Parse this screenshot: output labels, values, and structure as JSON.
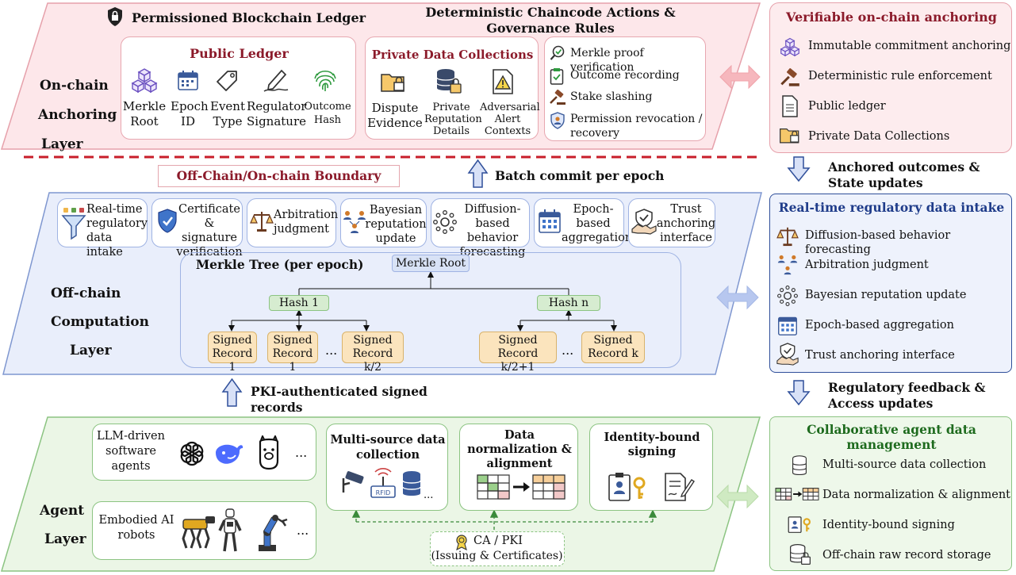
{
  "onchain": {
    "layer_label": [
      "On-chain",
      "Anchoring",
      "Layer"
    ],
    "title": "Permissioned Blockchain Ledger",
    "chaincode_title": "Deterministic Chaincode Actions & Governance Rules",
    "public_ledger": {
      "title": "Public Ledger",
      "items": [
        {
          "icon": "cubes-icon",
          "label": "Merkle Root"
        },
        {
          "icon": "calendar-icon",
          "label": "Epoch ID"
        },
        {
          "icon": "tag-icon",
          "label": "Event Type"
        },
        {
          "icon": "signature-icon",
          "label": "Regulator Signature"
        },
        {
          "icon": "fingerprint-icon",
          "label": "Outcome Hash"
        }
      ]
    },
    "private_collections": {
      "title": "Private Data Collections",
      "items": [
        {
          "icon": "locked-folder-icon",
          "label": "Dispute Evidence"
        },
        {
          "icon": "locked-database-icon",
          "label": "Private Reputation Details"
        },
        {
          "icon": "alert-document-icon",
          "label": "Adversarial Alert Contexts"
        }
      ]
    },
    "actions": [
      {
        "icon": "magnifier-check-icon",
        "label": "Merkle proof verification"
      },
      {
        "icon": "clipboard-check-icon",
        "label": "Outcome recording"
      },
      {
        "icon": "gavel-icon",
        "label": "Stake slashing"
      },
      {
        "icon": "shield-person-icon",
        "label": "Permission revocation / recovery"
      }
    ]
  },
  "boundary": {
    "label": "Off-Chain/On-chain Boundary",
    "batch_label": "Batch commit per epoch"
  },
  "offchain": {
    "layer_label": [
      "Off-chain",
      "Computation",
      "Layer"
    ],
    "modules": [
      {
        "icon": "funnel-icon",
        "label": "Real-time regulatory data intake"
      },
      {
        "icon": "shield-check-icon",
        "label": "Certificate & signature verification"
      },
      {
        "icon": "scales-icon",
        "label": "Arbitration judgment"
      },
      {
        "icon": "people-network-icon",
        "label": "Bayesian reputation update"
      },
      {
        "icon": "gear-network-icon",
        "label": "Diffusion-based behavior forecasting"
      },
      {
        "icon": "calendar-grid-icon",
        "label": "Epoch-based aggregation"
      },
      {
        "icon": "handshake-icon",
        "label": "Trust anchoring interface"
      }
    ],
    "merkle": {
      "title": "Merkle Tree (per epoch)",
      "root": "Merkle Root",
      "hash1": "Hash 1",
      "hashn": "Hash n",
      "records": [
        "Signed Record 1",
        "Signed Record 1",
        "Signed Record k/2",
        "Signed Record k/2+1",
        "Signed Record k"
      ],
      "ellipsis": "..."
    }
  },
  "pki_label": "PKI-authenticated signed records",
  "agent": {
    "layer_label": [
      "Agent",
      "Layer"
    ],
    "llm_label": "LLM-driven software agents",
    "robot_label": "Embodied AI robots",
    "ellipsis": "...",
    "modules": [
      {
        "title": "Multi-source data collection"
      },
      {
        "title": "Data normalization & alignment"
      },
      {
        "title": "Identity-bound signing"
      }
    ],
    "ca_label": "CA / PKI",
    "ca_sub": "(Issuing & Certificates)"
  },
  "right": {
    "anchoring": {
      "title": "Verifiable on-chain anchoring",
      "items": [
        {
          "icon": "cubes-icon",
          "label": "Immutable commitment anchoring"
        },
        {
          "icon": "gavel-icon",
          "label": "Deterministic rule enforcement"
        },
        {
          "icon": "document-icon",
          "label": "Public ledger"
        },
        {
          "icon": "locked-folder-icon",
          "label": "Private Data Collections"
        }
      ]
    },
    "arrow1_label": "Anchored outcomes & State updates",
    "intake": {
      "title": "Real-time regulatory data intake",
      "items": [
        {
          "icon": "scales-icon",
          "label": "Diffusion-based behavior forecasting"
        },
        {
          "icon": "people-network-icon",
          "label": "Arbitration judgment"
        },
        {
          "icon": "gear-network-icon",
          "label": "Bayesian reputation update"
        },
        {
          "icon": "calendar-grid-icon",
          "label": "Epoch-based aggregation"
        },
        {
          "icon": "handshake-icon",
          "label": "Trust anchoring interface"
        }
      ]
    },
    "arrow2_label": "Regulatory feedback & Access updates",
    "collab": {
      "title": "Collaborative agent data management",
      "items": [
        {
          "icon": "database-icon",
          "label": "Multi-source data collection"
        },
        {
          "icon": "grid-arrow-icon",
          "label": "Data normalization & alignment"
        },
        {
          "icon": "id-key-icon",
          "label": "Identity-bound signing"
        },
        {
          "icon": "locked-database-icon",
          "label": "Off-chain raw record storage"
        }
      ]
    }
  },
  "colors": {
    "red": "#8b1a2a",
    "navy": "#1f3c8a",
    "green": "#1e6b1e",
    "pink_bg": "#fde7ea",
    "blue_bg": "#e9eefb",
    "green_bg": "#ebf6e6"
  }
}
